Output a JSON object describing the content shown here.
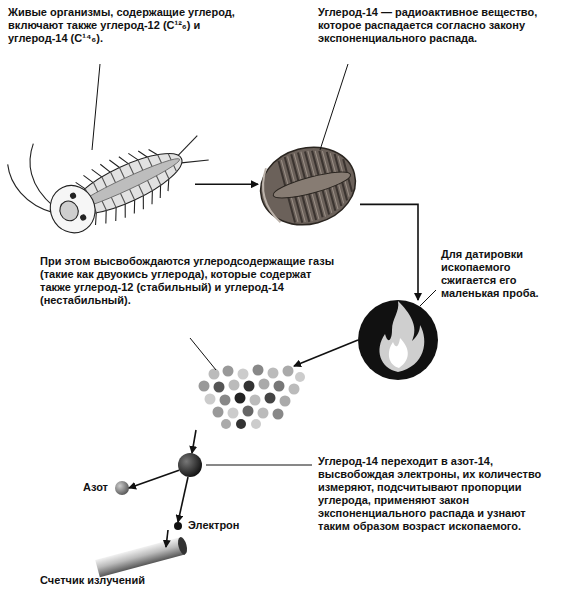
{
  "diagram": {
    "nodes": [
      {
        "text": [
          "Живые организмы, содержащие углерод, включают также углерод-12 (C¹²₆) и углерод-14 (C¹⁴₆)."
        ]
      },
      {
        "text": [
          "Углерод-14 — радиоактивное вещество, которое распадается согласно закону экспоненциального распада."
        ]
      },
      {
        "text": [
          "Для датировки ископаемого сжигается его маленькая проба."
        ]
      },
      {
        "text": [
          "При этом высвобождаются углеродсодержащие газы (такие как двуокись углерода), которые содержат также углерод-12 (стабильный) и углерод-14 (нестабильный)."
        ]
      },
      {
        "text": [
          "Углерод-14 переходит в азот-14, высвобождая электроны, их количество измеряют, подсчитывают пропорции углерода, применяют закон экспоненциального распада и узнают таким образом возраст ископаемого."
        ]
      },
      {
        "text": [
          "Азот"
        ]
      },
      {
        "text": [
          "Электрон"
        ]
      },
      {
        "text": [
          "Счетчик излучений"
        ]
      }
    ],
    "edges": [
      {
        "from": 0,
        "to": 1,
        "arrow": "to"
      },
      {
        "from": 1,
        "to": 2,
        "arrow": "to"
      },
      {
        "from": 2,
        "to": 3,
        "arrow": "to"
      },
      {
        "from": 3,
        "to": 4,
        "arrow": "to"
      },
      {
        "from": 4,
        "to": 5,
        "arrow": "to"
      },
      {
        "from": 4,
        "to": 6,
        "arrow": "to"
      },
      {
        "from": 6,
        "to": 7,
        "arrow": "to"
      }
    ]
  }
}
